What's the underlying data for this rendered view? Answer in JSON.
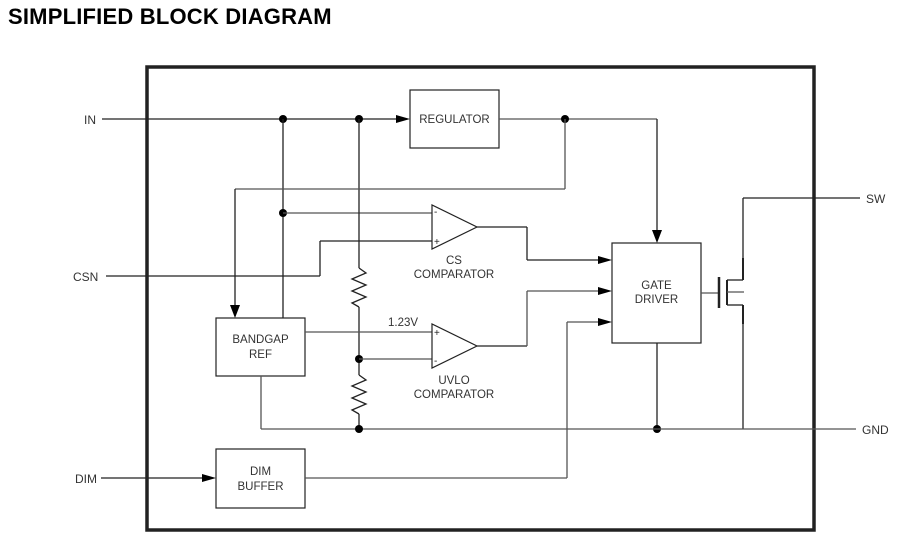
{
  "title": "SIMPLIFIED BLOCK DIAGRAM",
  "pins": {
    "in": "IN",
    "csn": "CSN",
    "dim": "DIM",
    "sw": "SW",
    "gnd": "GND"
  },
  "blocks": {
    "regulator": [
      "REGULATOR"
    ],
    "bandgap": [
      "BANDGAP",
      "REF"
    ],
    "dim_buffer": [
      "DIM",
      "BUFFER"
    ],
    "gate_driver": [
      "GATE",
      "DRIVER"
    ]
  },
  "comparators": {
    "cs": {
      "label_line1": "CS",
      "label_line2": "COMPARATOR",
      "top_input": "-",
      "bottom_input": "+"
    },
    "uvlo": {
      "label_line1": "UVLO",
      "label_line2": "COMPARATOR",
      "top_input": "+",
      "bottom_input": "-"
    }
  },
  "annotations": {
    "reference_voltage": "1.23V"
  }
}
